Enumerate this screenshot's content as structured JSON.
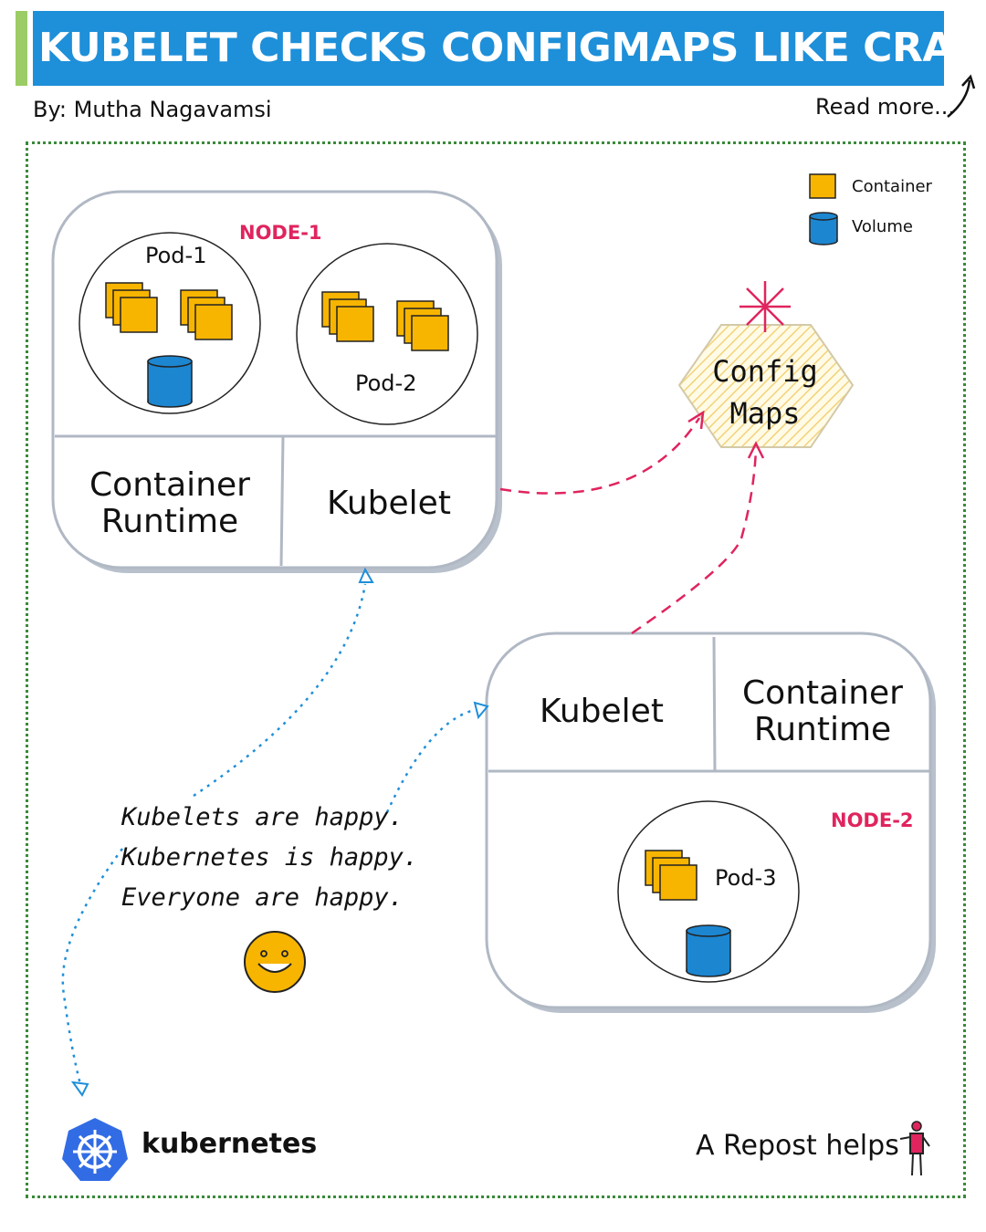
{
  "header": {
    "title": "KUBELET CHECKS CONFIGMAPS LIKE CRAZY",
    "author": "By: Mutha Nagavamsi",
    "read_more": "Read more..."
  },
  "legend": {
    "container": "Container",
    "volume": "Volume"
  },
  "node1": {
    "label": "NODE-1",
    "pod1": "Pod-1",
    "pod2": "Pod-2",
    "runtime_line1": "Container",
    "runtime_line2": "Runtime",
    "kubelet": "Kubelet"
  },
  "node2": {
    "label": "NODE-2",
    "pod3": "Pod-3",
    "runtime_line1": "Container",
    "runtime_line2": "Runtime",
    "kubelet": "Kubelet"
  },
  "configmaps": {
    "line1": "Config",
    "line2": "Maps"
  },
  "notes": {
    "line1": "Kubelets are happy.",
    "line2": "Kubernetes is happy.",
    "line3": "Everyone are happy."
  },
  "footer": {
    "brand": "kubernetes",
    "repost": "A Repost helps"
  },
  "colors": {
    "title_bg": "#1e8fd9",
    "title_accent": "#9ccc65",
    "container": "#f7b500",
    "volume": "#1c86d1",
    "node_label": "#e0245e",
    "arrow_pink": "#e0245e",
    "arrow_blue": "#1e8fd9",
    "k8s_blue": "#326ce5"
  }
}
